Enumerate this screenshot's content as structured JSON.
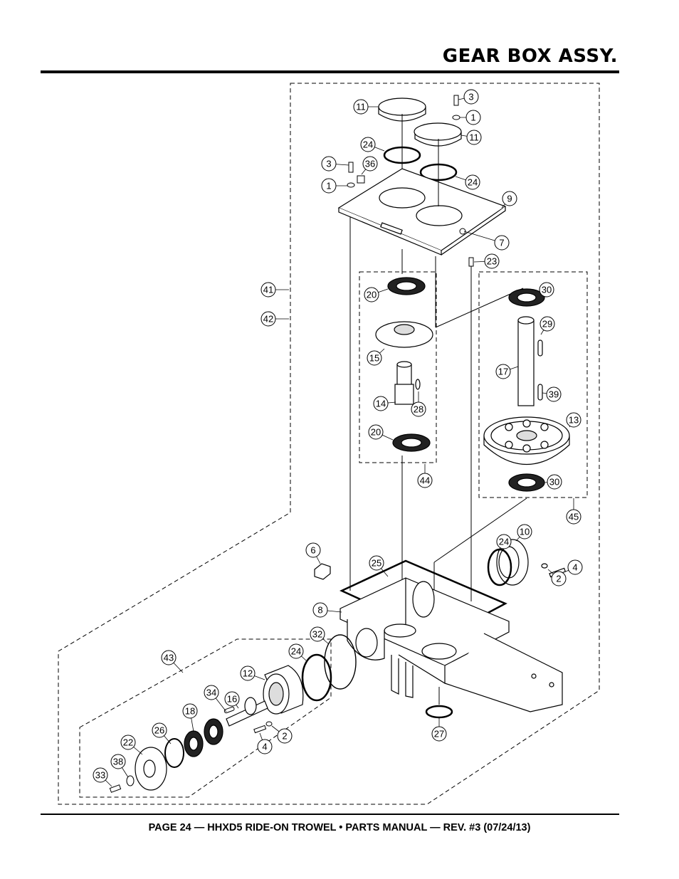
{
  "header": {
    "title": "GEAR BOX ASSY."
  },
  "footer": {
    "text": "PAGE 24 — HHXD5 RIDE-ON TROWEL • PARTS MANUAL — REV. #3 (07/24/13)"
  },
  "diagram": {
    "callouts": [
      "11",
      "3",
      "1",
      "11",
      "24",
      "3",
      "36",
      "1",
      "24",
      "9",
      "7",
      "23",
      "41",
      "42",
      "20",
      "15",
      "14",
      "28",
      "20",
      "44",
      "30",
      "29",
      "17",
      "39",
      "13",
      "30",
      "45",
      "6",
      "25",
      "10",
      "24",
      "4",
      "2",
      "8",
      "32",
      "24",
      "43",
      "12",
      "34",
      "16",
      "18",
      "26",
      "22",
      "38",
      "33",
      "4",
      "2",
      "27"
    ]
  }
}
